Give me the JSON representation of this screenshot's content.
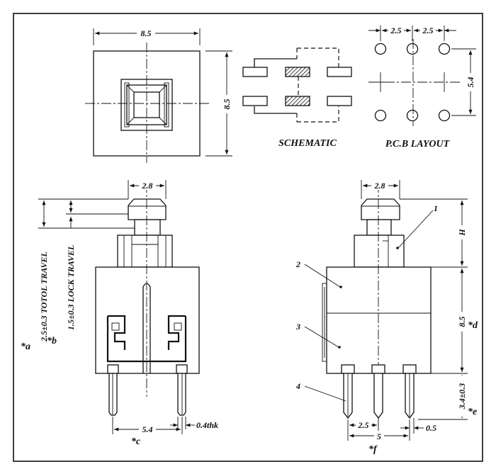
{
  "views": {
    "top": {
      "dim_width": "8.5",
      "dim_height": "8.5"
    },
    "schematic": {
      "caption": "SCHEMATIC"
    },
    "pcb": {
      "caption": "P.C.B  LAYOUT",
      "dim_pitch_1": "2.5",
      "dim_pitch_2": "2.5",
      "dim_row_spacing": "5.4"
    },
    "front": {
      "dim_button_width": "2.8",
      "travel_total": "2.5±0.3  TOTOL  TRAVEL",
      "travel_lock": "1.5±0.3  LOCK  TRAVEL",
      "note_a": "*a",
      "note_b": "*b",
      "dim_pin_spacing": "5.4",
      "dim_pin_thickness": "0.4thk",
      "note_c": "*c"
    },
    "side": {
      "dim_button_width": "2.8",
      "dim_h": "H",
      "dim_body_height": "8.5",
      "note_d": "*d",
      "dim_pin_length": "3.4±0.3",
      "note_e": "*e",
      "dim_pitch": "2.5",
      "dim_span": "5",
      "dim_pin_width": "0.5",
      "note_f": "*f",
      "callout_1": "1",
      "callout_2": "2",
      "callout_3": "3",
      "callout_4": "4"
    }
  }
}
